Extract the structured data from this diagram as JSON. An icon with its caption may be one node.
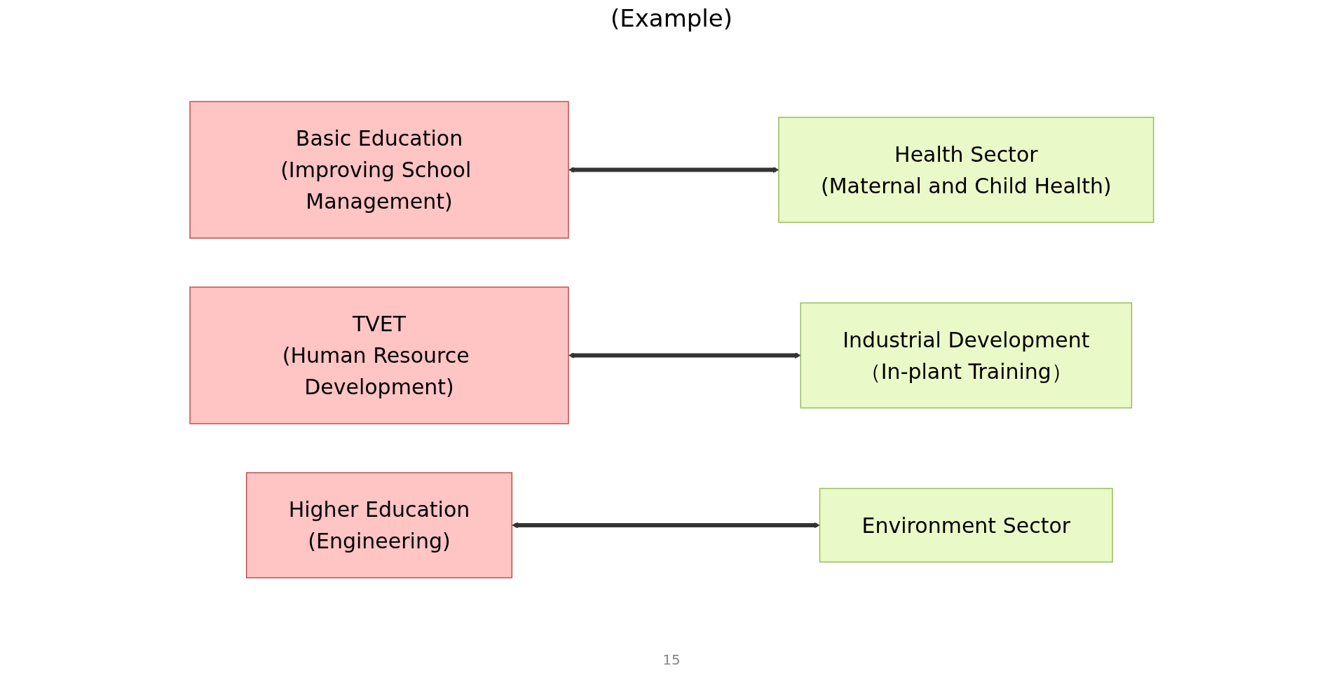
{
  "diagram": {
    "nodes": [
      {
        "text": [
          "Basic Education",
          "(Improving School Management)"
        ]
      },
      {
        "text": [
          "Health Sector",
          "(Maternal and Child Health)"
        ]
      },
      {
        "text": [
          "TVET",
          "(Human Resource Development)"
        ]
      },
      {
        "text": [
          "Industrial Development",
          "（In-plant Training）"
        ]
      },
      {
        "text": [
          "Higher Education",
          "(Engineering)"
        ]
      },
      {
        "text": [
          "Environment Sector"
        ]
      }
    ],
    "edges": [
      {
        "from": 0,
        "to": 1,
        "arrow": "both"
      },
      {
        "from": 2,
        "to": 3,
        "arrow": "both"
      },
      {
        "from": 4,
        "to": 5,
        "arrow": "both"
      }
    ],
    "labels": [
      "(Example)",
      "15"
    ]
  }
}
